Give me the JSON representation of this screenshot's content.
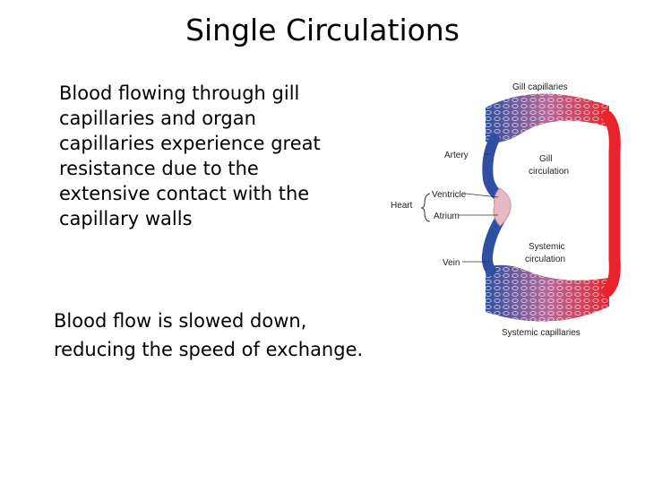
{
  "slide": {
    "title": "Single Circulations",
    "paragraph1_lines": [
      "Blood flowing through gill",
      "capillaries and organ",
      "capillaries experience great",
      "resistance due to the",
      "extensive contact with the",
      "capillary walls"
    ],
    "paragraph2_lines": [
      "Blood flow is slowed down,",
      "reducing the speed of exchange."
    ]
  },
  "diagram": {
    "labels": {
      "gill_capillaries": "Gill capillaries",
      "artery": "Artery",
      "gill_circulation_1": "Gill",
      "gill_circulation_2": "circulation",
      "heart": "Heart",
      "ventricle": "Ventricle",
      "atrium": "Atrium",
      "systemic_circulation_1": "Systemic",
      "systemic_circulation_2": "circulation",
      "vein": "Vein",
      "systemic_capillaries": "Systemic capillaries"
    },
    "colors": {
      "oxygenated": "#e8232c",
      "deoxygenated": "#2e4fa3",
      "capillary_bed": "#b56a9a",
      "heart": "#e7b9c4"
    }
  }
}
